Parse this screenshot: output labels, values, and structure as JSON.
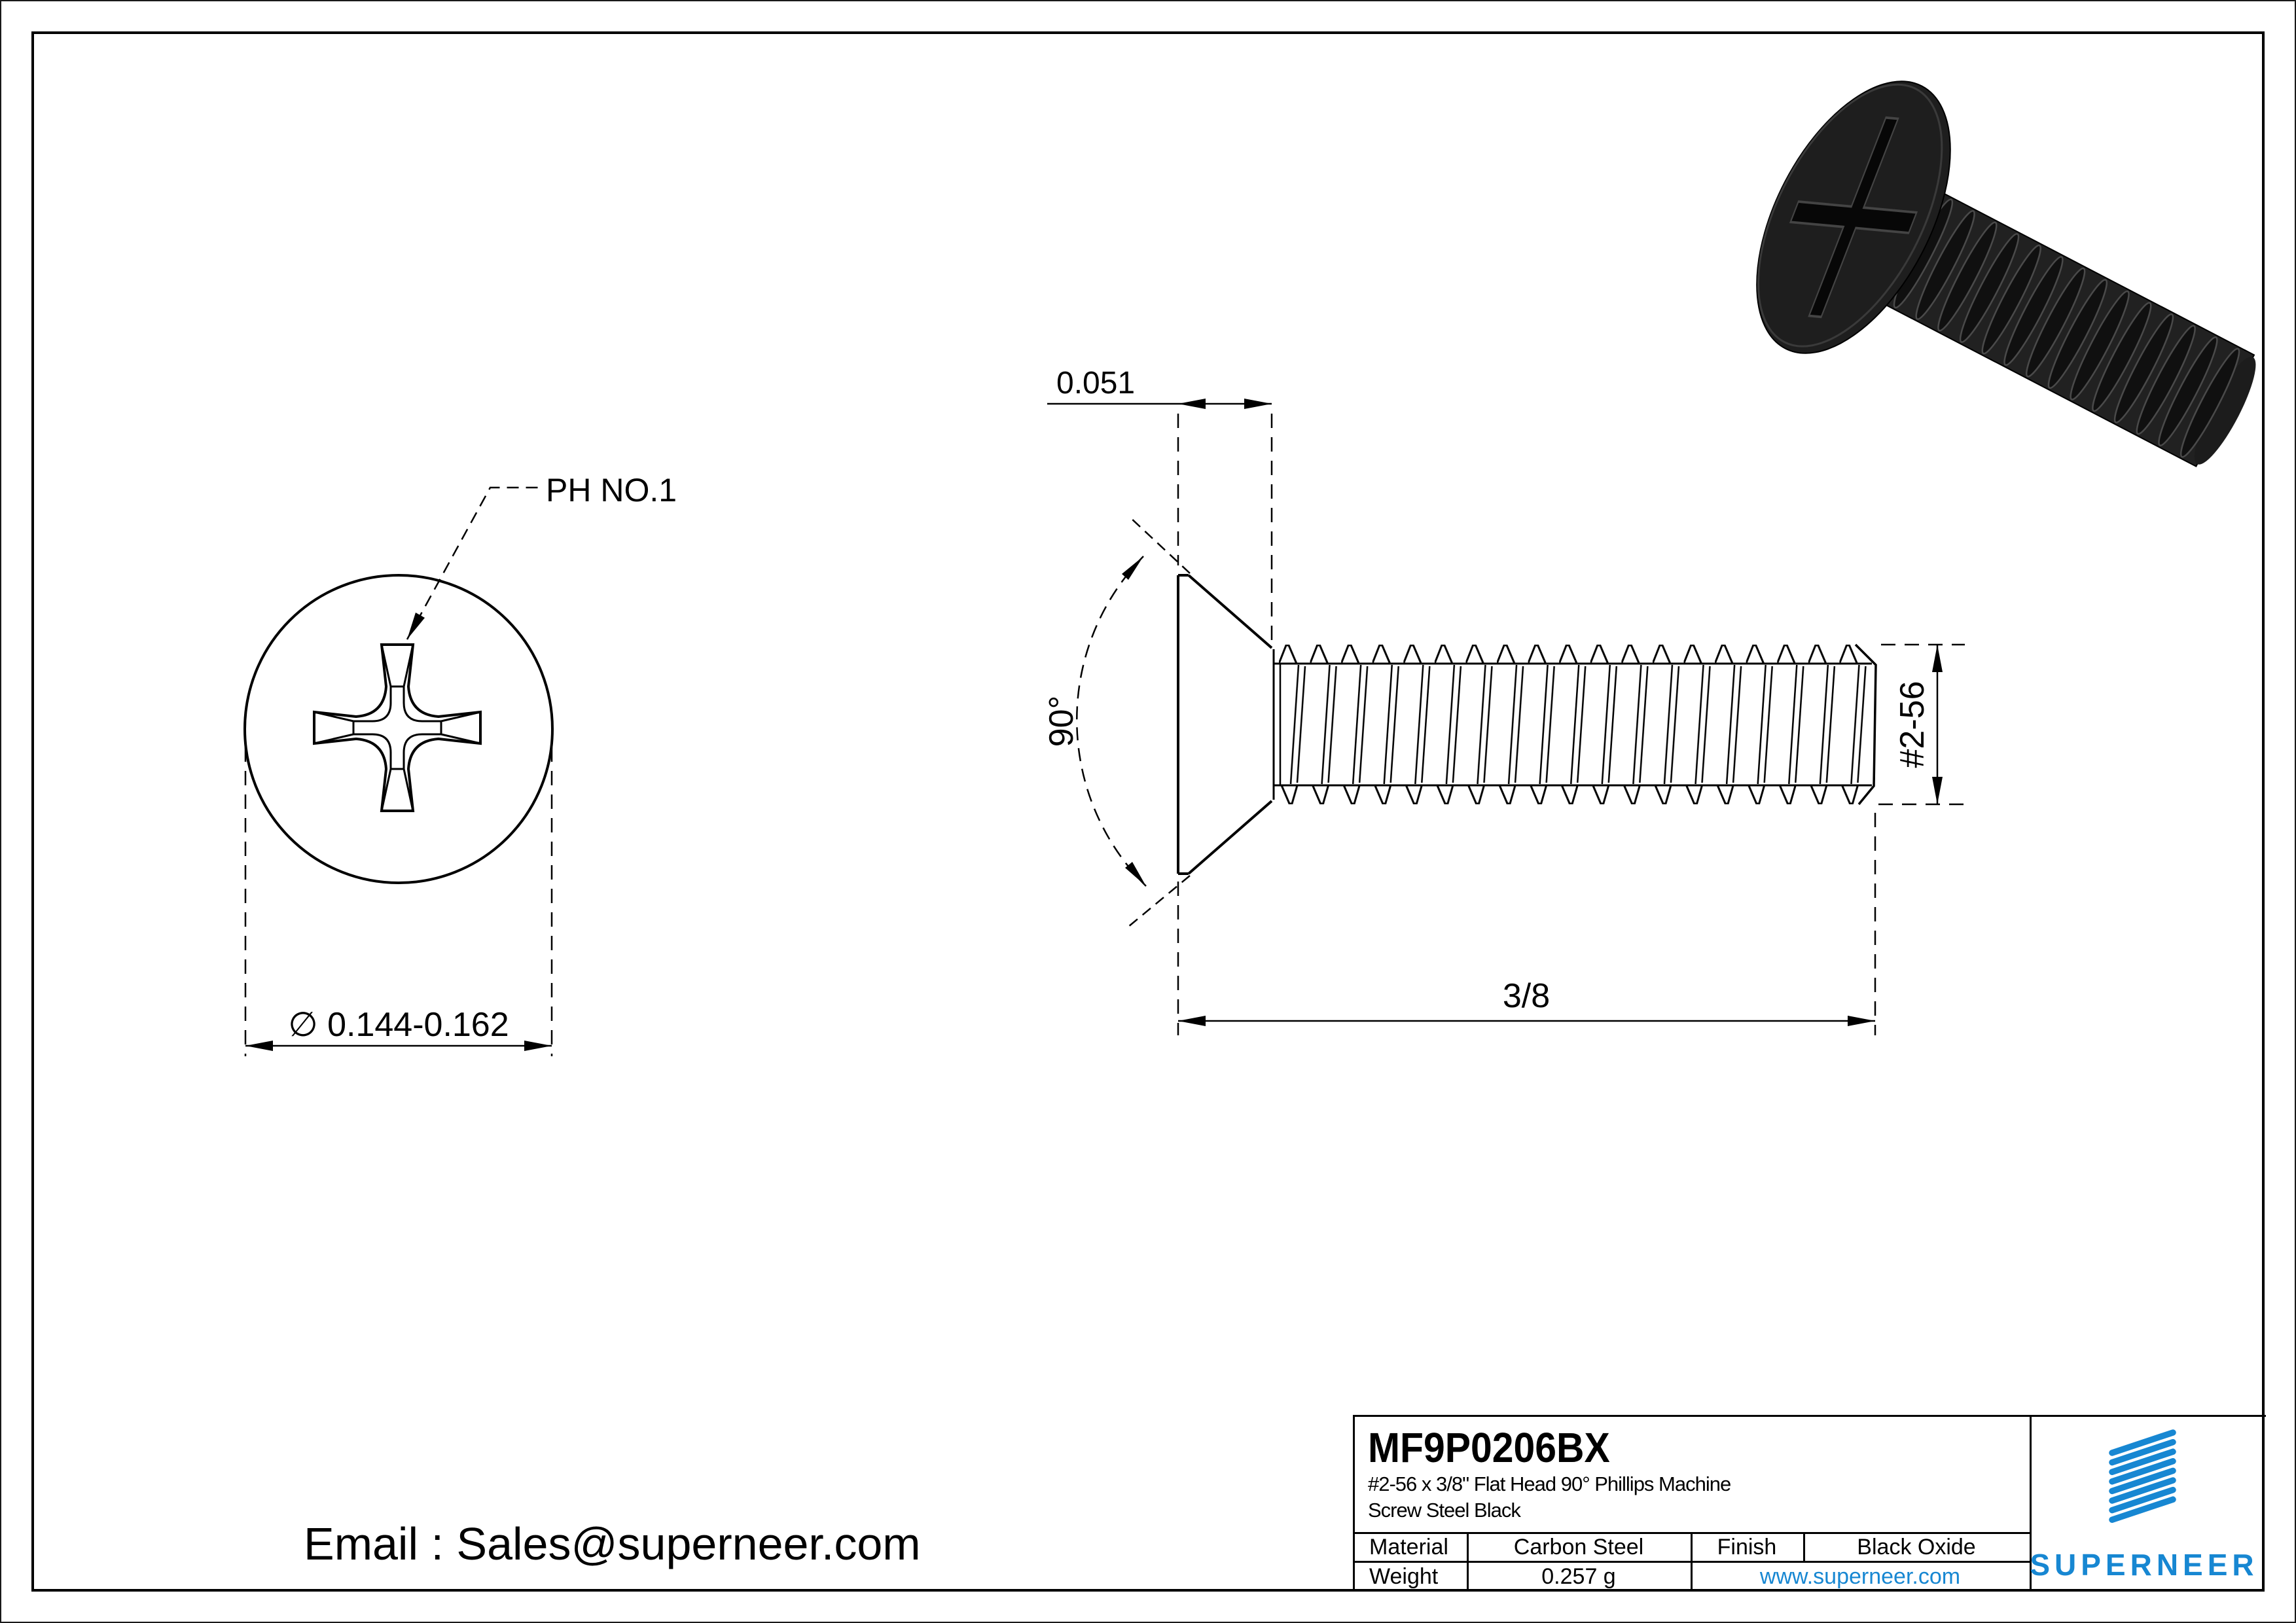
{
  "page": {
    "background": "#ffffff",
    "line_color": "#000000",
    "accent_blue": "#1787D2"
  },
  "views": {
    "front": {
      "drive_callout": "PH NO.1",
      "head_diameter_dim": "∅ 0.144-0.162"
    },
    "side": {
      "head_height_dim": "0.051",
      "countersink_angle_dim": "90°",
      "thread_size_dim": "#2-56",
      "length_dim": "3/8"
    }
  },
  "contact": {
    "email": "Email : Sales@superneer.com"
  },
  "title_block": {
    "part_number": "MF9P0206BX",
    "description_line1": "#2-56 x 3/8\" Flat Head 90° Phillips Machine",
    "description_line2": "Screw Steel Black",
    "material_label": "Material",
    "material_value": "Carbon Steel",
    "finish_label": "Finish",
    "finish_value": "Black Oxide",
    "weight_label": "Weight",
    "weight_value": "0.257 g",
    "website": "www.superneer.com",
    "brand_name": "SUPERNEER"
  }
}
